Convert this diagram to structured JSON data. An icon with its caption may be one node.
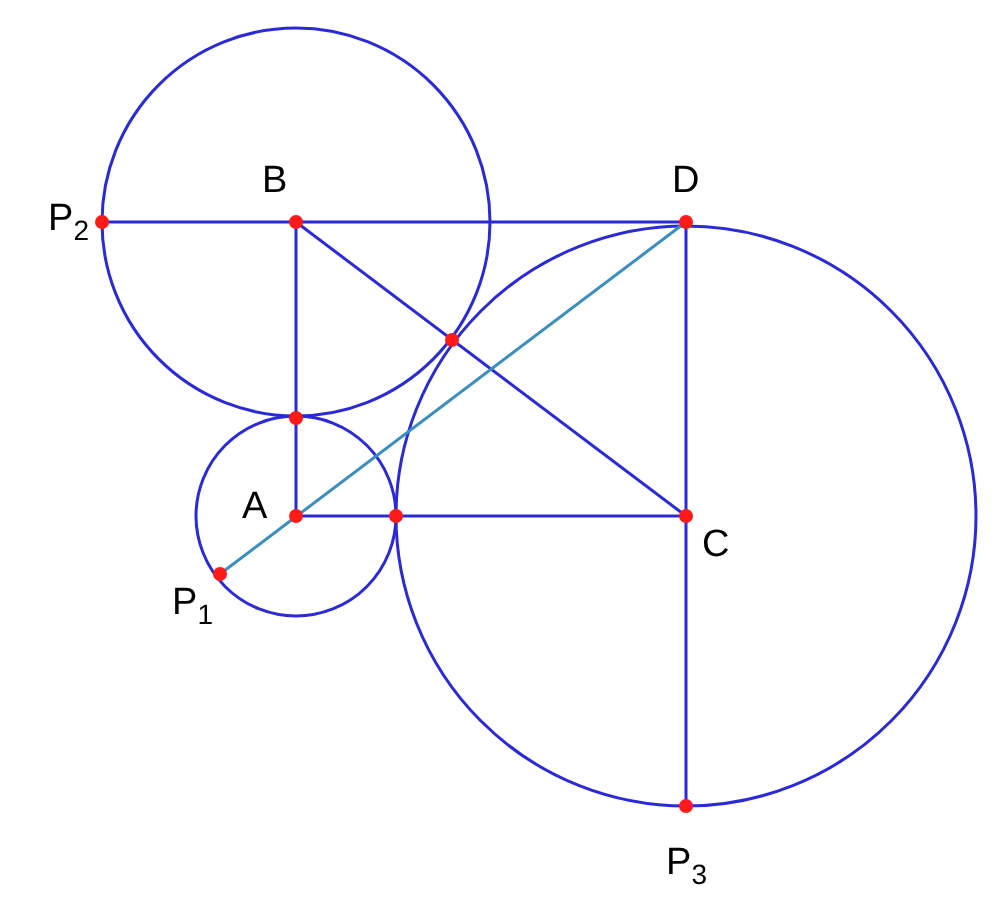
{
  "diagram": {
    "labels": [
      "P$_{2}$",
      "B",
      "D",
      "A",
      "C",
      "P$_{1}$",
      "P$_{3}$"
    ]
  }
}
